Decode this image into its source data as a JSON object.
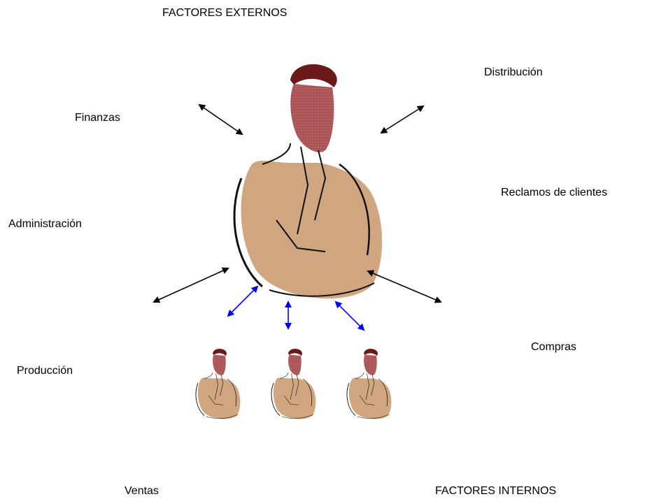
{
  "labels": {
    "external_factors": "FACTORES EXTERNOS",
    "internal_factors": "FACTORES INTERNOS",
    "finanzas": "Finanzas",
    "distribucion": "Distribución",
    "reclamos": "Reclamos de clientes",
    "administracion": "Administración",
    "compras": "Compras",
    "produccion": "Producción",
    "ventas": "Ventas"
  },
  "colors": {
    "external_arrow": "#000000",
    "internal_arrow": "#0000ff",
    "suit": "#c8966a",
    "face": "#b05a5a",
    "hair": "#6b1a1a"
  }
}
